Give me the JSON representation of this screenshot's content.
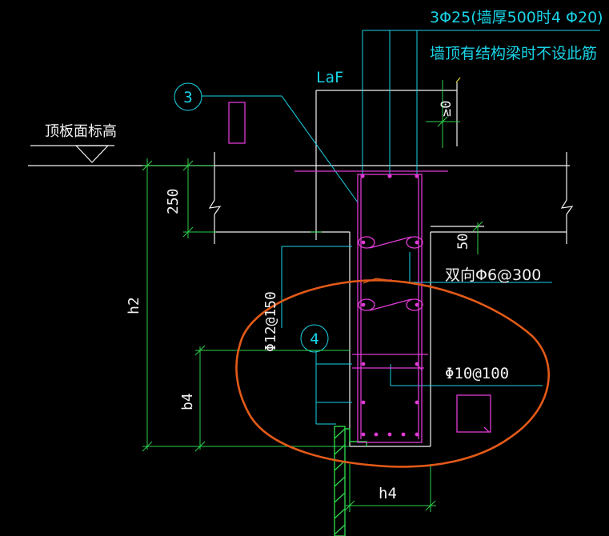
{
  "canvas": {
    "background": "#000000"
  },
  "colors": {
    "cyan": "#19d3e6",
    "white": "#f2f2f2",
    "magenta": "#e03ad6",
    "green": "#2bd24a",
    "orange": "#e35a18",
    "yellow": "#dcd21e"
  },
  "labels": {
    "top_rebar": "3Φ25(墙厚500时4 Φ20)",
    "top_note": "墙顶有结构梁时不设此筋",
    "laf": "LaF",
    "callout_3": "3",
    "callout_4": "4",
    "slab_elevation": "顶板面标高",
    "dim_250": "250",
    "dim_50": "50",
    "dim_h2": "h2",
    "dim_b4": "b4",
    "dim_h4": "h4",
    "dim_geq0": "≥0",
    "stirrup_vertical": "Φ12@150",
    "tie_bars": "双向Φ6@300",
    "horizontal_bars": "Φ10@100"
  }
}
